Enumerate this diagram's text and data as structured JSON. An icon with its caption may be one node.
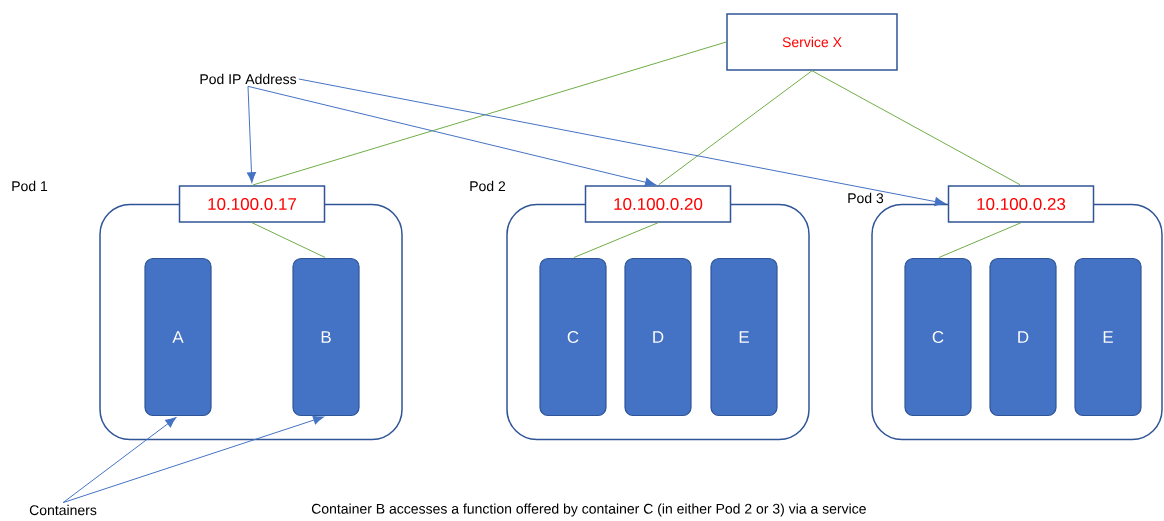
{
  "diagram": {
    "nodes": [
      {
        "text": [
          "Service X"
        ]
      },
      {
        "text": [
          "Pod IP Address"
        ]
      },
      {
        "text": [
          "Pod 1"
        ]
      },
      {
        "text": [
          "10.100.0.17"
        ]
      },
      {
        "text": [
          "A"
        ],
        "in": 2
      },
      {
        "text": [
          "B"
        ],
        "in": 2
      },
      {
        "text": [
          "Pod 2"
        ]
      },
      {
        "text": [
          "10.100.0.20"
        ]
      },
      {
        "text": [
          "C"
        ],
        "in": 6
      },
      {
        "text": [
          "D"
        ],
        "in": 6
      },
      {
        "text": [
          "E"
        ],
        "in": 6
      },
      {
        "text": [
          "Pod 3"
        ]
      },
      {
        "text": [
          "10.100.0.23"
        ]
      },
      {
        "text": [
          "C"
        ],
        "in": 11
      },
      {
        "text": [
          "D"
        ],
        "in": 11
      },
      {
        "text": [
          "E"
        ],
        "in": 11
      },
      {
        "text": [
          "Containers"
        ]
      }
    ],
    "edges": [
      {
        "from": 0,
        "to": 3,
        "arrow": "none"
      },
      {
        "from": 0,
        "to": 7,
        "arrow": "none"
      },
      {
        "from": 0,
        "to": 12,
        "arrow": "none"
      },
      {
        "from": 3,
        "to": 5,
        "arrow": "none"
      },
      {
        "from": 7,
        "to": 8,
        "arrow": "none"
      },
      {
        "from": 12,
        "to": 13,
        "arrow": "none"
      },
      {
        "from": 1,
        "to": 3,
        "arrow": "to",
        "color": "#4472c4"
      },
      {
        "from": 1,
        "to": 7,
        "arrow": "to",
        "color": "#4472c4"
      },
      {
        "from": 1,
        "to": 12,
        "arrow": "to",
        "color": "#4472c4"
      },
      {
        "from": 16,
        "to": 4,
        "arrow": "to",
        "color": "#4472c4"
      },
      {
        "from": 16,
        "to": 5,
        "arrow": "to",
        "color": "#4472c4"
      }
    ],
    "labels": [
      "Container B accesses a function offered by container C (in either Pod 2 or 3) via a service"
    ]
  }
}
